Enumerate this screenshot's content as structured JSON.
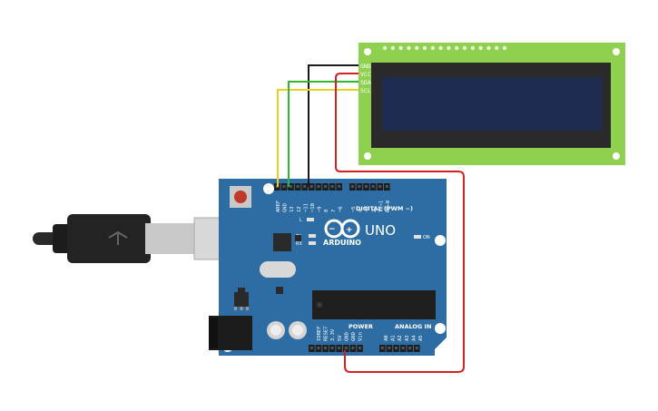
{
  "lcd": {
    "pins": [
      "GND",
      "VCC",
      "SDA",
      "SCL"
    ]
  },
  "board": {
    "brand": "ARDUINO",
    "model": "UNO",
    "digital_header": "DIGITAL (PWM ~)",
    "power_header": "POWER",
    "analog_header": "ANALOG IN",
    "on_label": "ON",
    "led_l": "L",
    "led_tx": "TX",
    "led_rx": "RX",
    "top_pins": [
      "AREF",
      "GND",
      "13",
      "12",
      "~11",
      "~10",
      "~9",
      "8",
      "7",
      "~6",
      "~5",
      "4",
      "~3",
      "2",
      "TX→1",
      "RX←0"
    ],
    "power_pins": [
      "IOREF",
      "RESET",
      "3.3V",
      "5V",
      "GND",
      "GND",
      "Vin"
    ],
    "analog_pins": [
      "A0",
      "A1",
      "A2",
      "A3",
      "A4",
      "A5"
    ]
  },
  "wires": [
    {
      "from": "GND",
      "color": "#1a1a1a"
    },
    {
      "from": "VCC",
      "color": "#d32020"
    },
    {
      "from": "SDA",
      "color": "#2fb82f"
    },
    {
      "from": "SCL",
      "color": "#e8d21e"
    }
  ],
  "colors": {
    "board": "#2e6da4",
    "lcd_pcb": "#8fd14f",
    "lcd_screen": "#1e2c52"
  }
}
